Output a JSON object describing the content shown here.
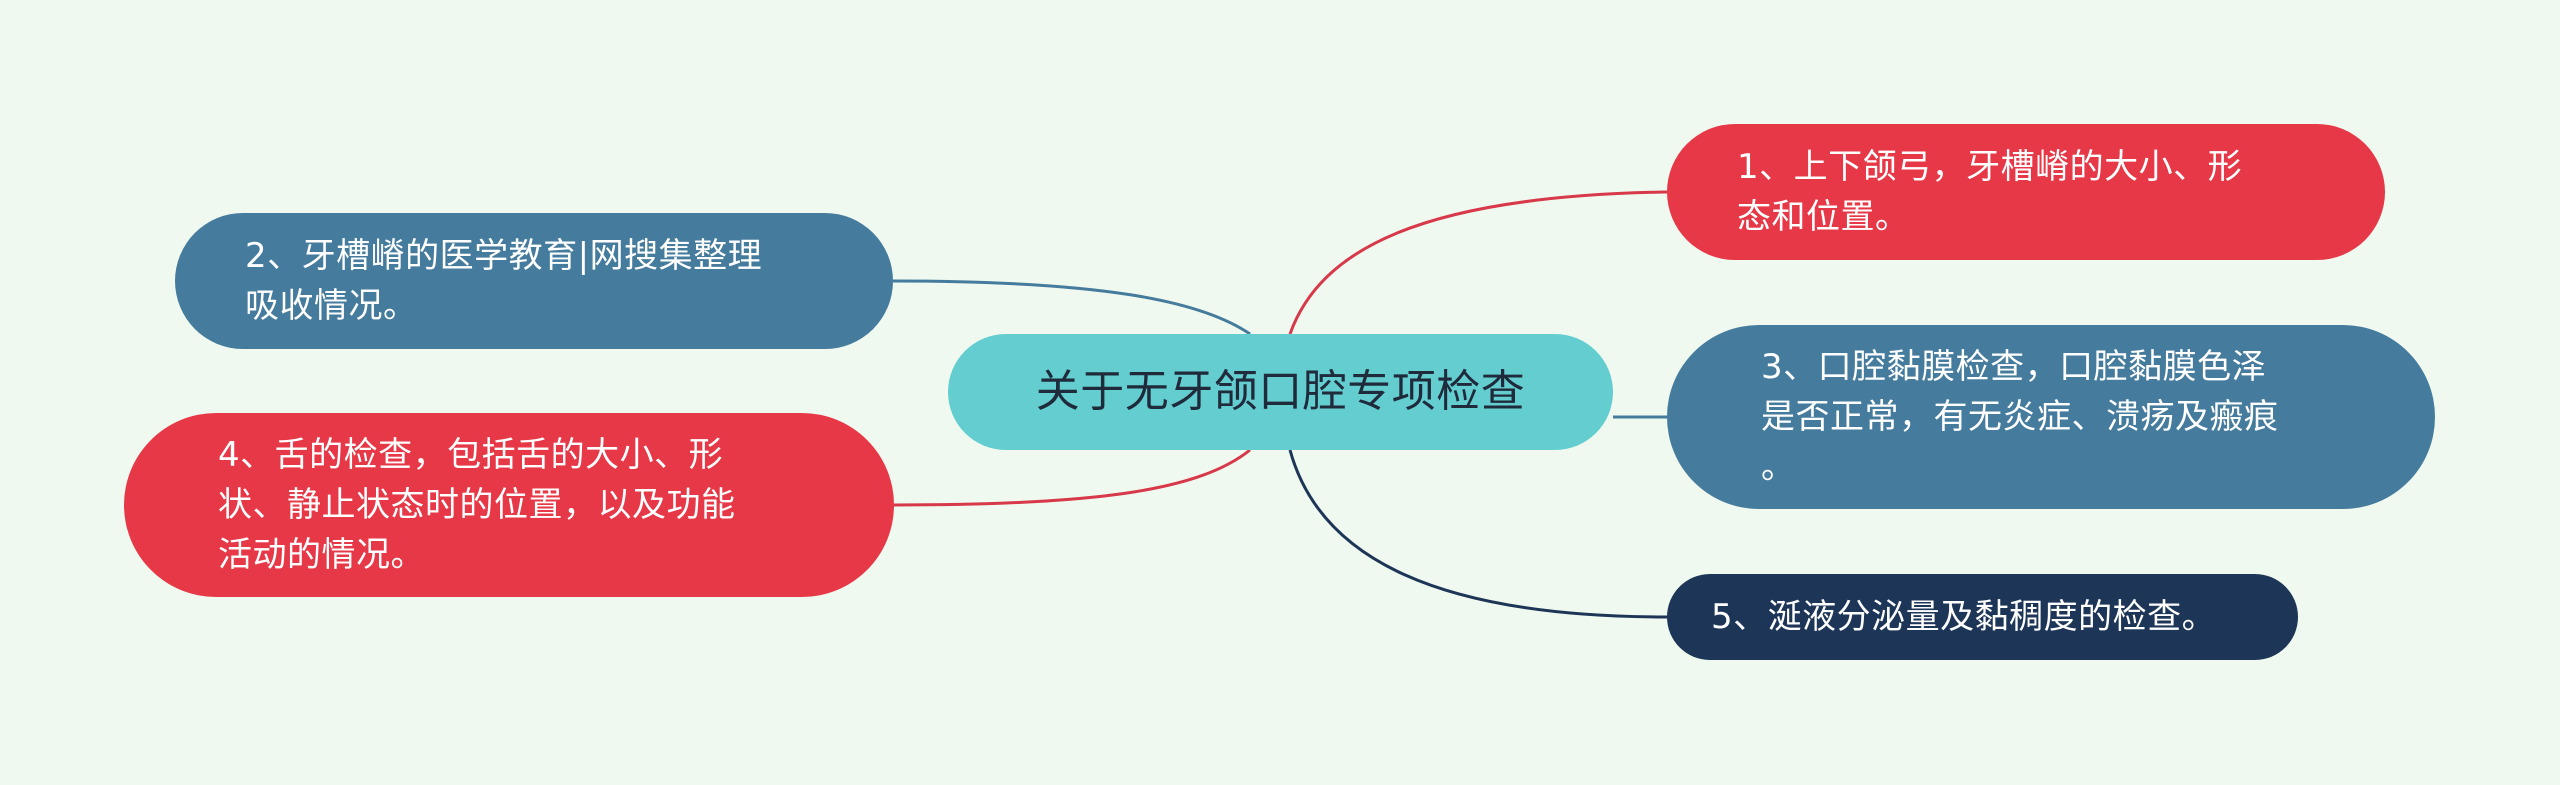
{
  "center": {
    "label": "关于无牙颌口腔专项检查",
    "color": "#63cdd0"
  },
  "branches": [
    {
      "id": "n1",
      "label": "1、上下颌弓，牙槽嵴的大小、形\n态和位置。",
      "color": "#e73847",
      "side": "right"
    },
    {
      "id": "n2",
      "label": "2、牙槽嵴的医学教育|网搜集整理\n吸收情况。",
      "color": "#457b9d",
      "side": "left"
    },
    {
      "id": "n3",
      "label": "3、口腔黏膜检查，口腔黏膜色泽\n是否正常，有无炎症、溃疡及瘢痕\n。",
      "color": "#457b9d",
      "side": "right"
    },
    {
      "id": "n4",
      "label": "4、舌的检查，包括舌的大小、形\n状、静止状态时的位置，以及功能\n活动的情况。",
      "color": "#e73847",
      "side": "left"
    },
    {
      "id": "n5",
      "label": "5、涎液分泌量及黏稠度的检查。",
      "color": "#1d3557",
      "side": "right"
    }
  ]
}
